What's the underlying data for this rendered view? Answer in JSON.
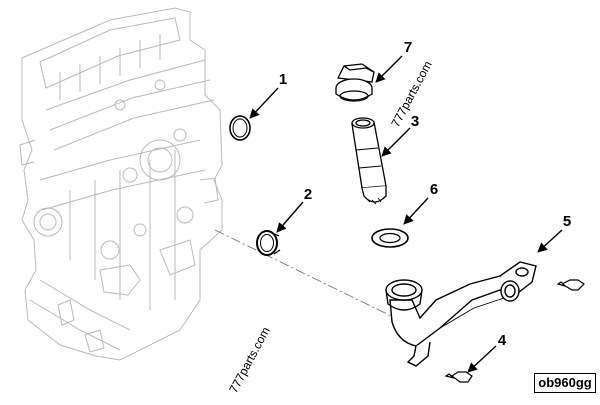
{
  "diagram": {
    "callouts": [
      {
        "id": "1",
        "label": "1"
      },
      {
        "id": "2",
        "label": "2"
      },
      {
        "id": "3",
        "label": "3"
      },
      {
        "id": "4",
        "label": "4"
      },
      {
        "id": "5",
        "label": "5"
      },
      {
        "id": "6",
        "label": "6"
      },
      {
        "id": "7",
        "label": "7"
      }
    ],
    "watermarks": [
      "777parts.com",
      "777parts.com"
    ],
    "reference_code": "ob960gg"
  }
}
